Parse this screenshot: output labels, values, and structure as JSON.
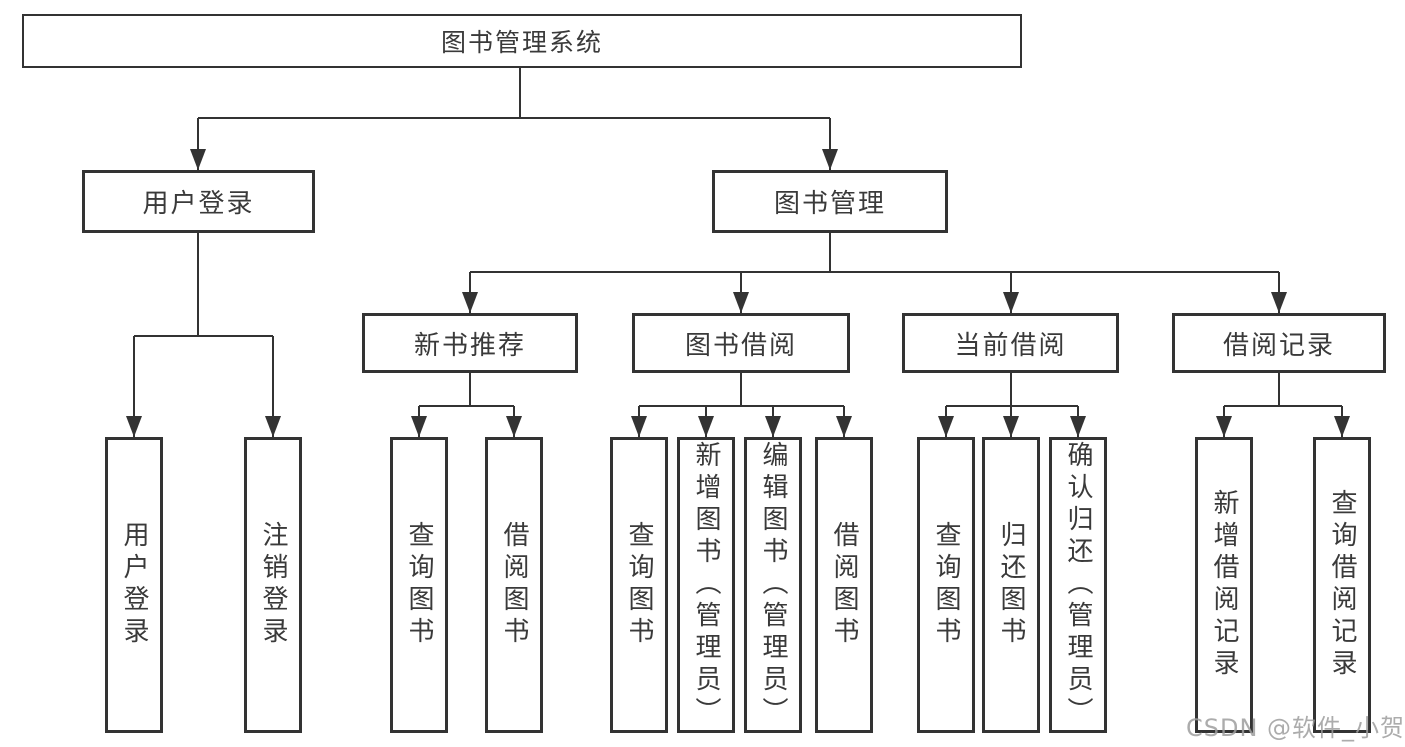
{
  "diagram": {
    "root": "图书管理系统",
    "level2": {
      "user_login": "用户登录",
      "book_management": "图书管理"
    },
    "level3": {
      "new_book_recommend": "新书推荐",
      "book_borrowing": "图书借阅",
      "current_borrowing": "当前借阅",
      "borrow_records": "借阅记录"
    },
    "leaves": {
      "ul_login": "用户登录",
      "ul_logout": "注销登录",
      "nb_query": "查询图书",
      "nb_borrow": "借阅图书",
      "bb_query": "查询图书",
      "bb_add": "新增图书（管理员）",
      "bb_edit": "编辑图书（管理员）",
      "bb_borrow": "借阅图书",
      "cb_query": "查询图书",
      "cb_return": "归还图书",
      "cb_confirm": "确认归还（管理员）",
      "br_add": "新增借阅记录",
      "br_query": "查询借阅记录"
    }
  },
  "watermark": "CSDN @软件_小贺同学",
  "colors": {
    "line": "#333333",
    "box_border": "#333333",
    "text": "#3a3a3a",
    "watermark": "#9e9e9e"
  }
}
